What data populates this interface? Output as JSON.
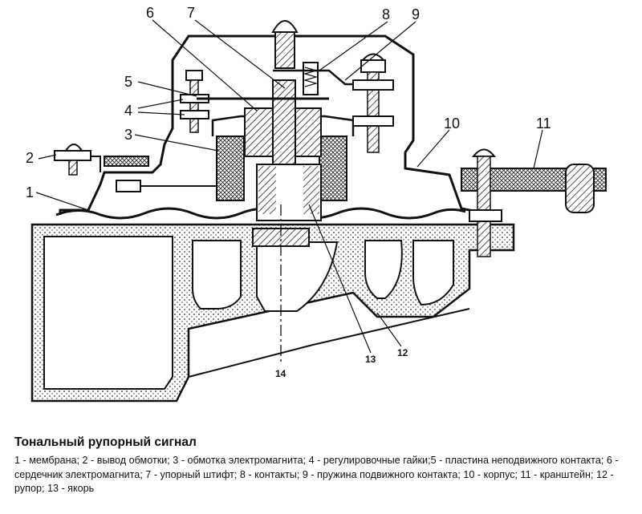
{
  "labels": {
    "l1": "1",
    "l2": "2",
    "l3": "3",
    "l4": "4",
    "l5": "5",
    "l6": "6",
    "l7": "7",
    "l8": "8",
    "l9": "9",
    "l10": "10",
    "l11": "11",
    "l12": "12",
    "l13": "13",
    "l14": "14"
  },
  "caption": {
    "title": "Тональный рупорный сигнал",
    "legend": "1 - мембрана; 2 - вывод обмотки; 3 - обмотка электромагнита; 4 - регулировочные гайки;5 - пластина неподвижного контакта; 6 - сердечник электромагнита; 7 - упорный штифт; 8 - контакты; 9 - пружина подвижного контакта; 10 - корпус; 11 - кранштейн; 12 - рупор; 13 - якорь"
  }
}
